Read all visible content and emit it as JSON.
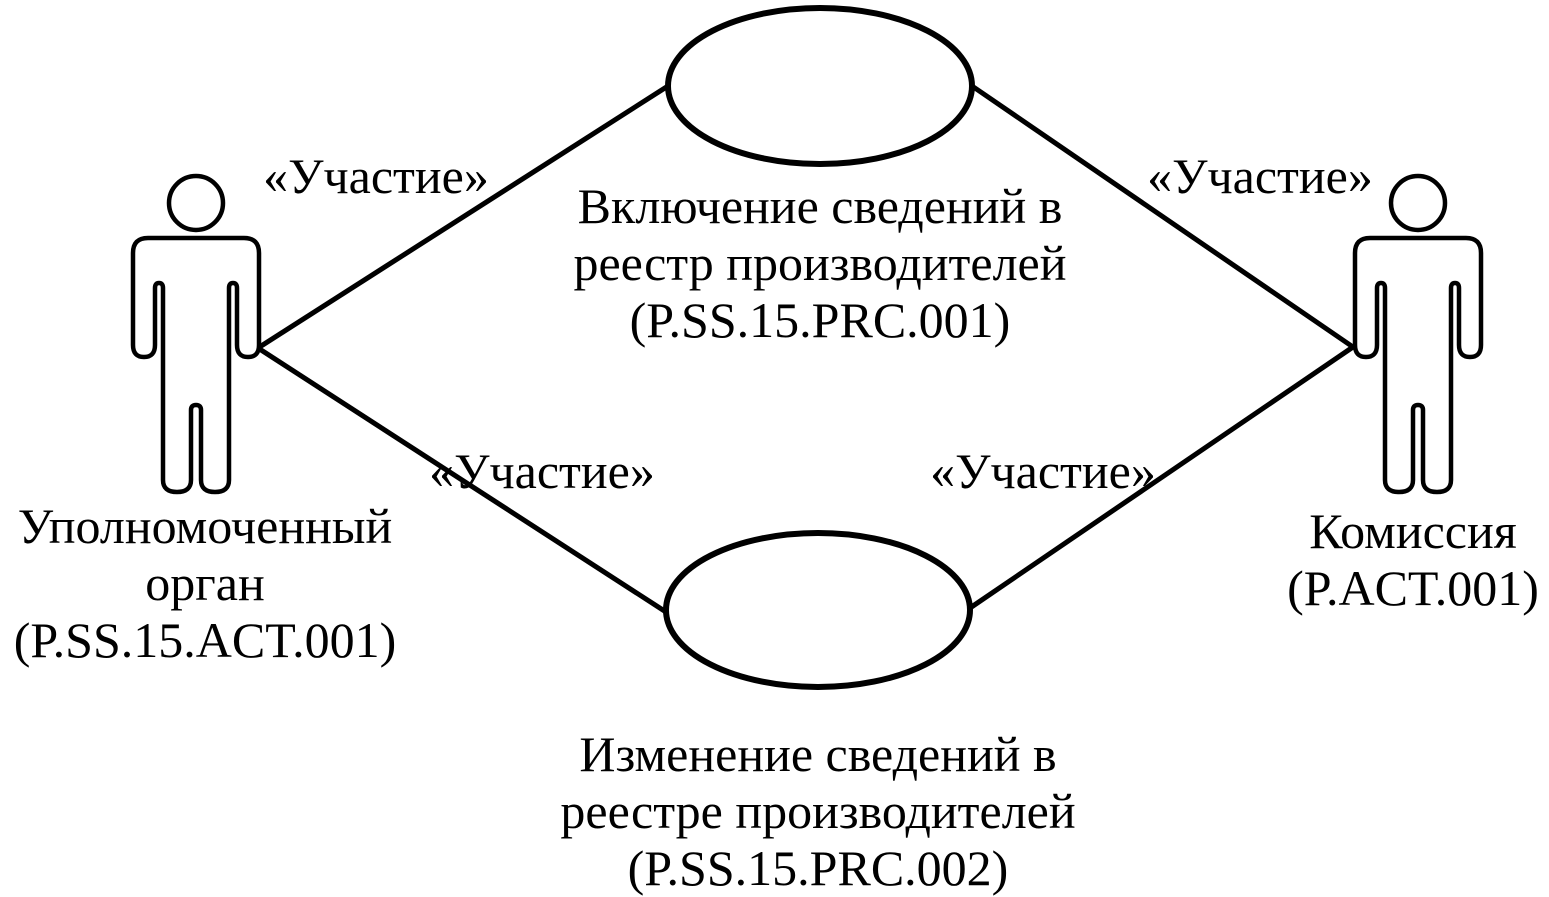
{
  "diagram": {
    "type": "uml-use-case-diagram",
    "background_color": "#ffffff",
    "stroke_color": "#000000",
    "actors": {
      "left": {
        "id": "P.SS.15.ACT.001",
        "name_lines": [
          "Уполномоченный",
          "орган",
          "(P.SS.15.ACT.001)"
        ]
      },
      "right": {
        "id": "P.ACT.001",
        "name_lines": [
          "Комиссия",
          "(P.ACT.001)"
        ]
      }
    },
    "use_cases": {
      "top": {
        "id": "P.SS.15.PRC.001",
        "label_lines": [
          "Включение сведений в",
          "реестр производителей",
          "(P.SS.15.PRC.001)"
        ]
      },
      "bottom": {
        "id": "P.SS.15.PRC.002",
        "label_lines": [
          "Изменение сведений в",
          "реестре производителей",
          "(P.SS.15.PRC.002)"
        ]
      }
    },
    "associations": {
      "stereotype": "«Участие»",
      "labels": {
        "top_left": "«Участие»",
        "top_right": "«Участие»",
        "middle_left": "«Участие»",
        "middle_right": "«Участие»"
      }
    }
  }
}
